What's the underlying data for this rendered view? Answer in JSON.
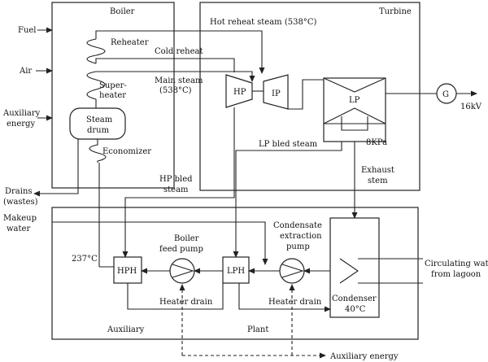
{
  "labels": {
    "boiler": "Boiler",
    "turbine": "Turbine",
    "fuel": "Fuel",
    "air": "Air",
    "auxiliary_energy_in_1": "Auxiliary",
    "auxiliary_energy_in_2": "energy",
    "reheater": "Reheater",
    "cold_reheat": "Cold reheat",
    "hot_reheat": "Hot reheat steam (538°C)",
    "superheater_1": "Super-",
    "superheater_2": "heater",
    "main_steam_1": "Main steam",
    "main_steam_2": "(538°C)",
    "steam_drum_1": "Steam",
    "steam_drum_2": "drum",
    "economizer": "Economizer",
    "hp": "HP",
    "ip": "IP",
    "lp": "LP",
    "generator": "G",
    "output": "16kV",
    "lp_bled": "LP bled steam",
    "pressure": "8KPa",
    "exhaust_1": "Exhaust",
    "exhaust_2": "stem",
    "drains_1": "Drains",
    "drains_2": "(wastes)",
    "hp_bled_1": "HP bled",
    "hp_bled_2": "steam",
    "makeup_1": "Makeup",
    "makeup_2": "water",
    "temp_237": "237°C",
    "boiler_feed_1": "Boiler",
    "boiler_feed_2": "feed pump",
    "condensate_1": "Condensate",
    "condensate_2": "extraction",
    "condensate_3": "pump",
    "hph": "HPH",
    "lph": "LPH",
    "heater_drain_1": "Heater drain",
    "heater_drain_2": "Heater drain",
    "condenser_1": "Condenser",
    "condenser_2": "40°C",
    "circulating_1": "Circulating water",
    "circulating_2": "from lagoon",
    "auxiliary": "Auxiliary",
    "plant": "Plant",
    "auxiliary_energy_out": "Auxiliary energy"
  }
}
